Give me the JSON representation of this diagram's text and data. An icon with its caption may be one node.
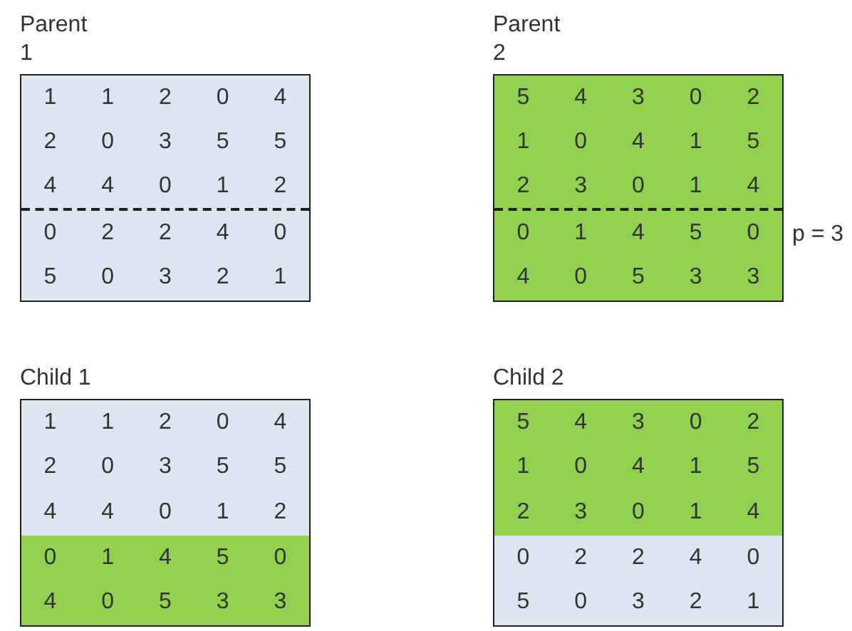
{
  "diagram": {
    "nodes": [
      {
        "text": [
          "Parent 1"
        ]
      },
      {
        "text": [
          "1",
          "1",
          "2",
          "0",
          "4"
        ],
        "in": 0
      },
      {
        "text": [
          "2",
          "0",
          "3",
          "5",
          "5"
        ],
        "in": 0
      },
      {
        "text": [
          "4",
          "4",
          "0",
          "1",
          "2"
        ],
        "in": 0
      },
      {
        "text": [
          "0",
          "2",
          "2",
          "4",
          "0"
        ],
        "in": 0
      },
      {
        "text": [
          "5",
          "0",
          "3",
          "2",
          "1"
        ],
        "in": 0
      },
      {
        "text": [
          "Parent 2"
        ]
      },
      {
        "text": [
          "5",
          "4",
          "3",
          "0",
          "2"
        ],
        "in": 6
      },
      {
        "text": [
          "1",
          "0",
          "4",
          "1",
          "5"
        ],
        "in": 6
      },
      {
        "text": [
          "2",
          "3",
          "0",
          "1",
          "4"
        ],
        "in": 6
      },
      {
        "text": [
          "0",
          "1",
          "4",
          "5",
          "0"
        ],
        "in": 6
      },
      {
        "text": [
          "4",
          "0",
          "5",
          "3",
          "3"
        ],
        "in": 6
      },
      {
        "text": [
          "Child 1"
        ]
      },
      {
        "text": [
          "1",
          "1",
          "2",
          "0",
          "4"
        ],
        "in": 12
      },
      {
        "text": [
          "2",
          "0",
          "3",
          "5",
          "5"
        ],
        "in": 12
      },
      {
        "text": [
          "4",
          "4",
          "0",
          "1",
          "2"
        ],
        "in": 12
      },
      {
        "text": [
          "0",
          "1",
          "4",
          "5",
          "0"
        ],
        "in": 12
      },
      {
        "text": [
          "4",
          "0",
          "5",
          "3",
          "3"
        ],
        "in": 12
      },
      {
        "text": [
          "Child 2"
        ]
      },
      {
        "text": [
          "5",
          "4",
          "3",
          "0",
          "2"
        ],
        "in": 18
      },
      {
        "text": [
          "1",
          "0",
          "4",
          "1",
          "5"
        ],
        "in": 18
      },
      {
        "text": [
          "2",
          "3",
          "0",
          "1",
          "4"
        ],
        "in": 18
      },
      {
        "text": [
          "0",
          "2",
          "2",
          "4",
          "0"
        ],
        "in": 18
      },
      {
        "text": [
          "5",
          "0",
          "3",
          "2",
          "1"
        ],
        "in": 18
      }
    ],
    "labels": [
      "p = 3"
    ]
  }
}
